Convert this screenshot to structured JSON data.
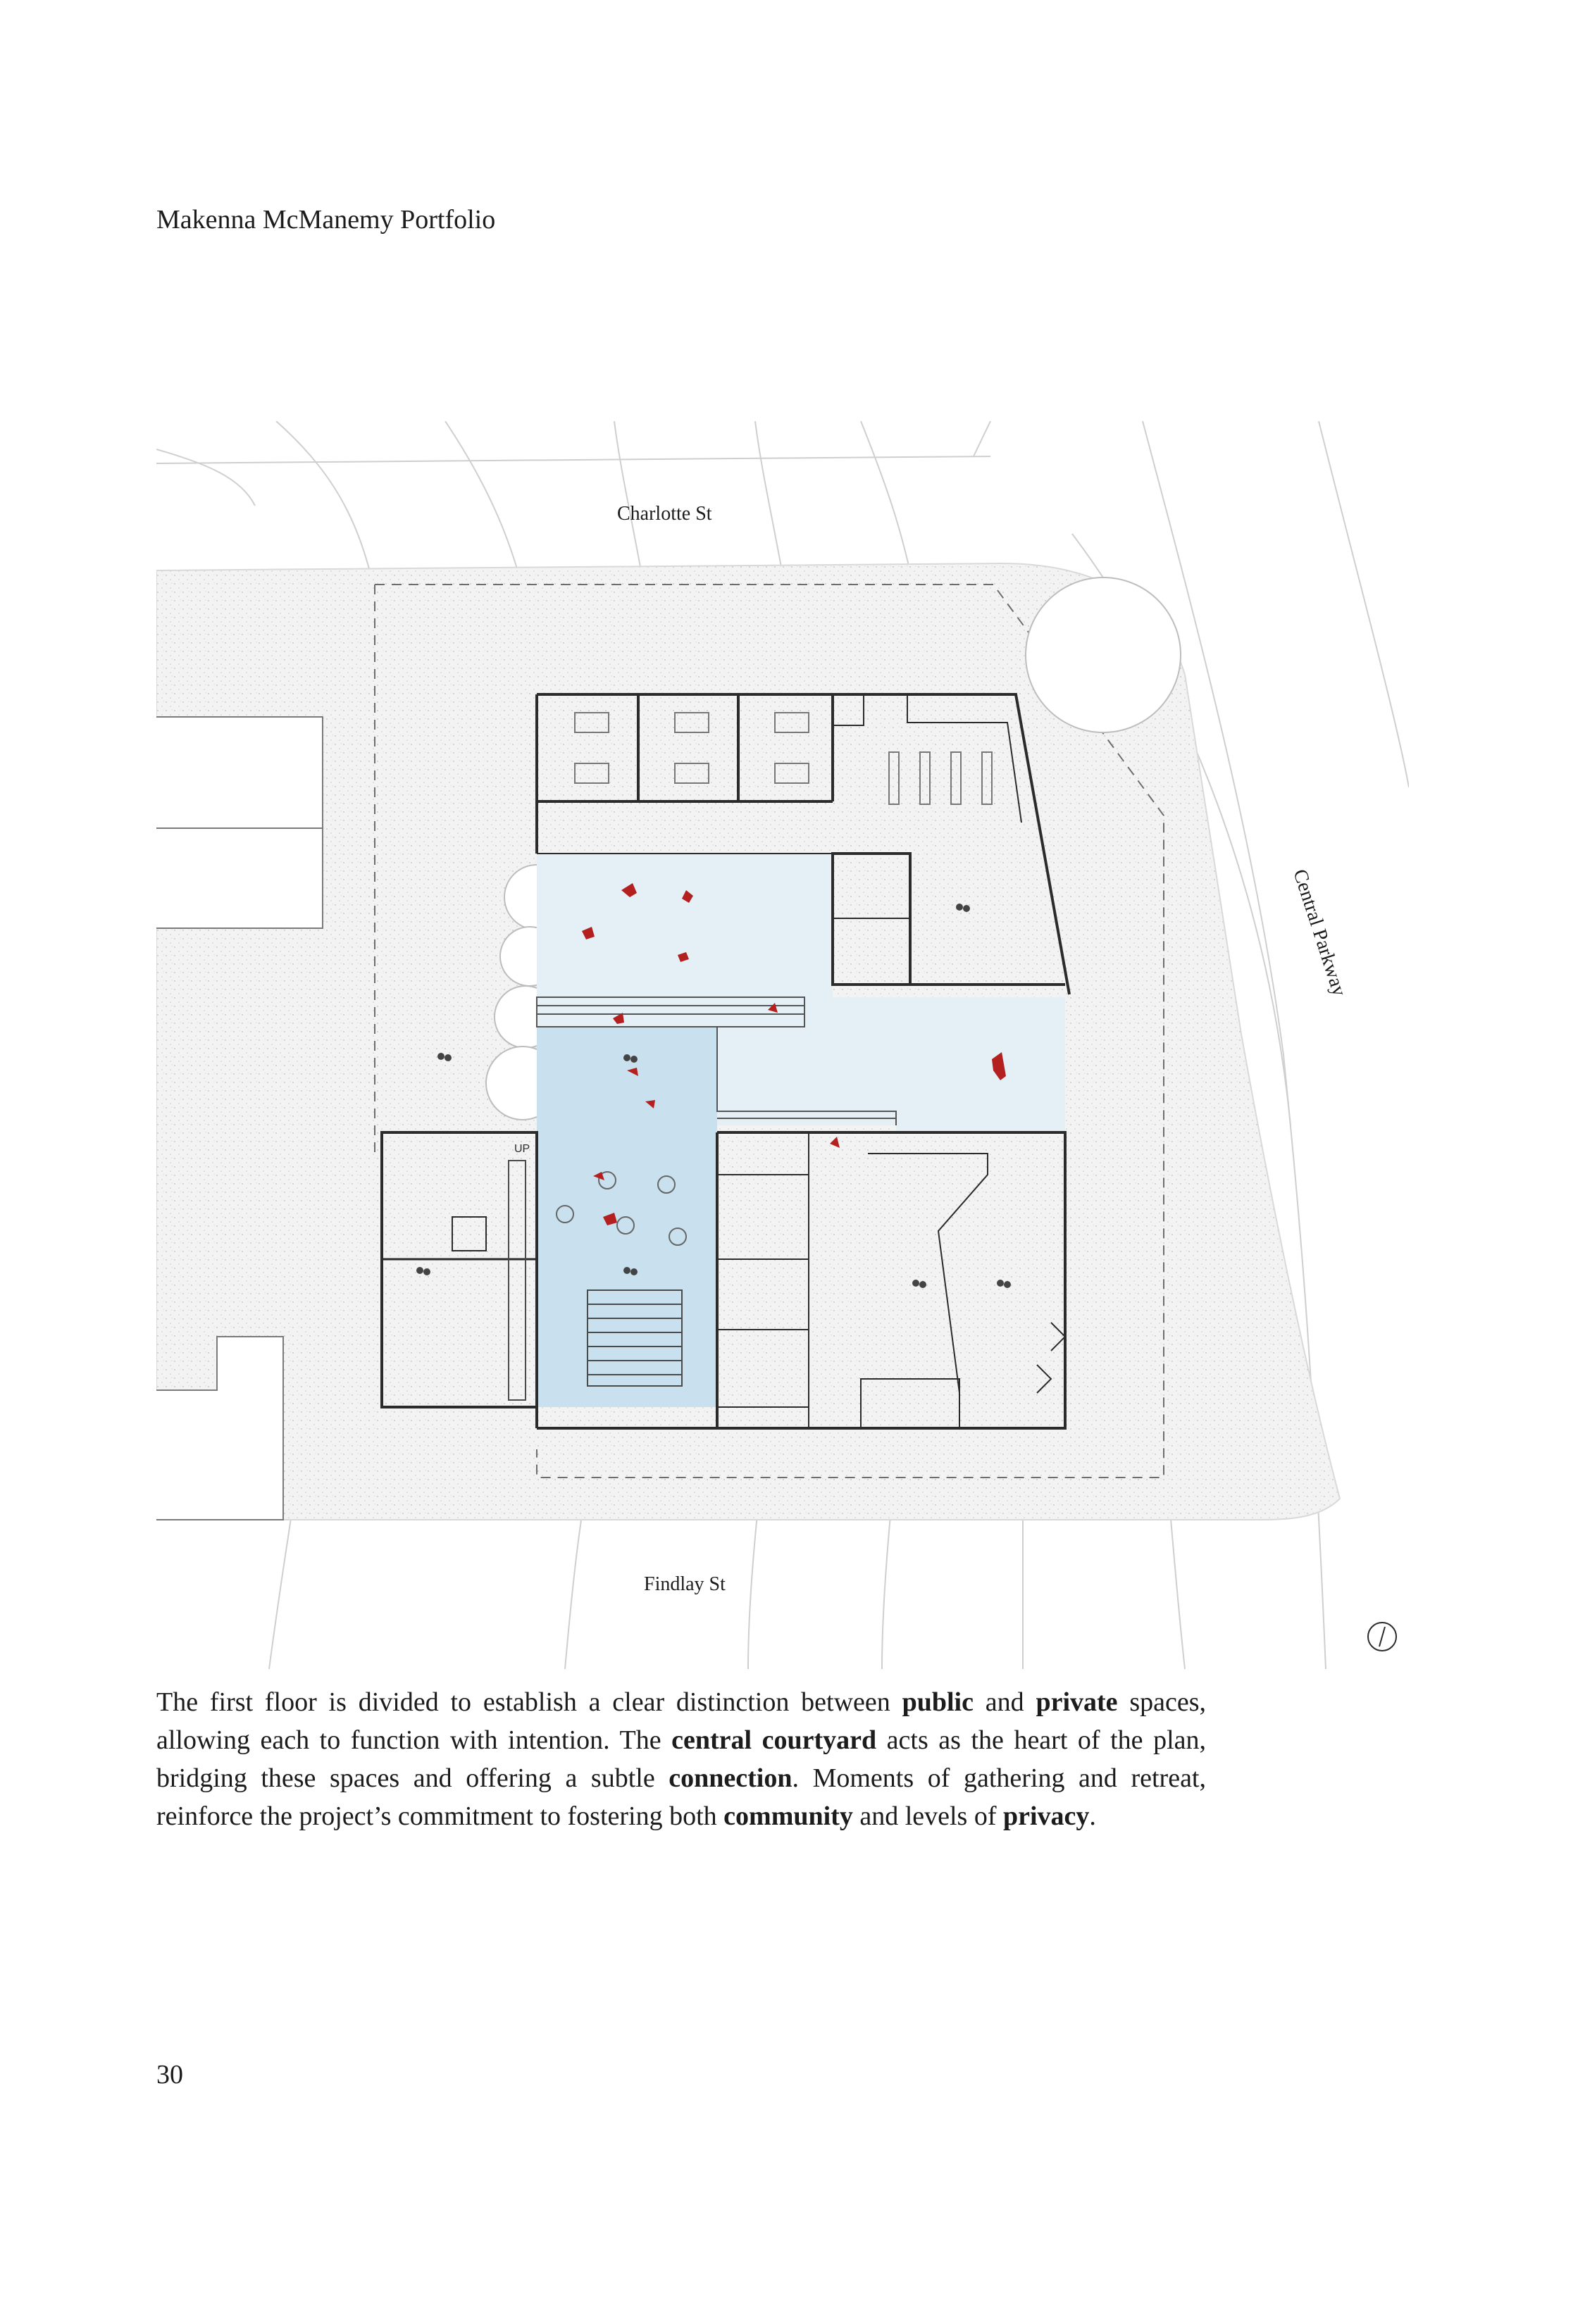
{
  "header": {
    "title": "Makenna McManemy Portfolio"
  },
  "plan": {
    "streets": {
      "north": "Charlotte St",
      "south": "Findlay St",
      "east": "Central Parkway"
    },
    "stair_label": "UP",
    "colors": {
      "courtyard_light": "#e4f0f5",
      "courtyard_dark": "#c9e1ee",
      "figures": "#b3201f",
      "walls": "#2b2b2b",
      "stipple": "#f1f1f1"
    }
  },
  "body": {
    "p1": "The first floor is divided to establish a clear distinction between ",
    "b1": "public",
    "p2": " and ",
    "b2": "private",
    "p3": " spaces, allowing each to function with intention. The ",
    "b3": "central courtyard",
    "p4": " acts as the heart of the plan, bridging these spaces and offering a subtle ",
    "b4": "connection",
    "p5": ". Moments of gathering and retreat, reinforce the project’s commitment to fostering both ",
    "b5": "community",
    "p6": " and levels of ",
    "b6": "privacy",
    "p7": "."
  },
  "footer": {
    "page_number": "30"
  }
}
